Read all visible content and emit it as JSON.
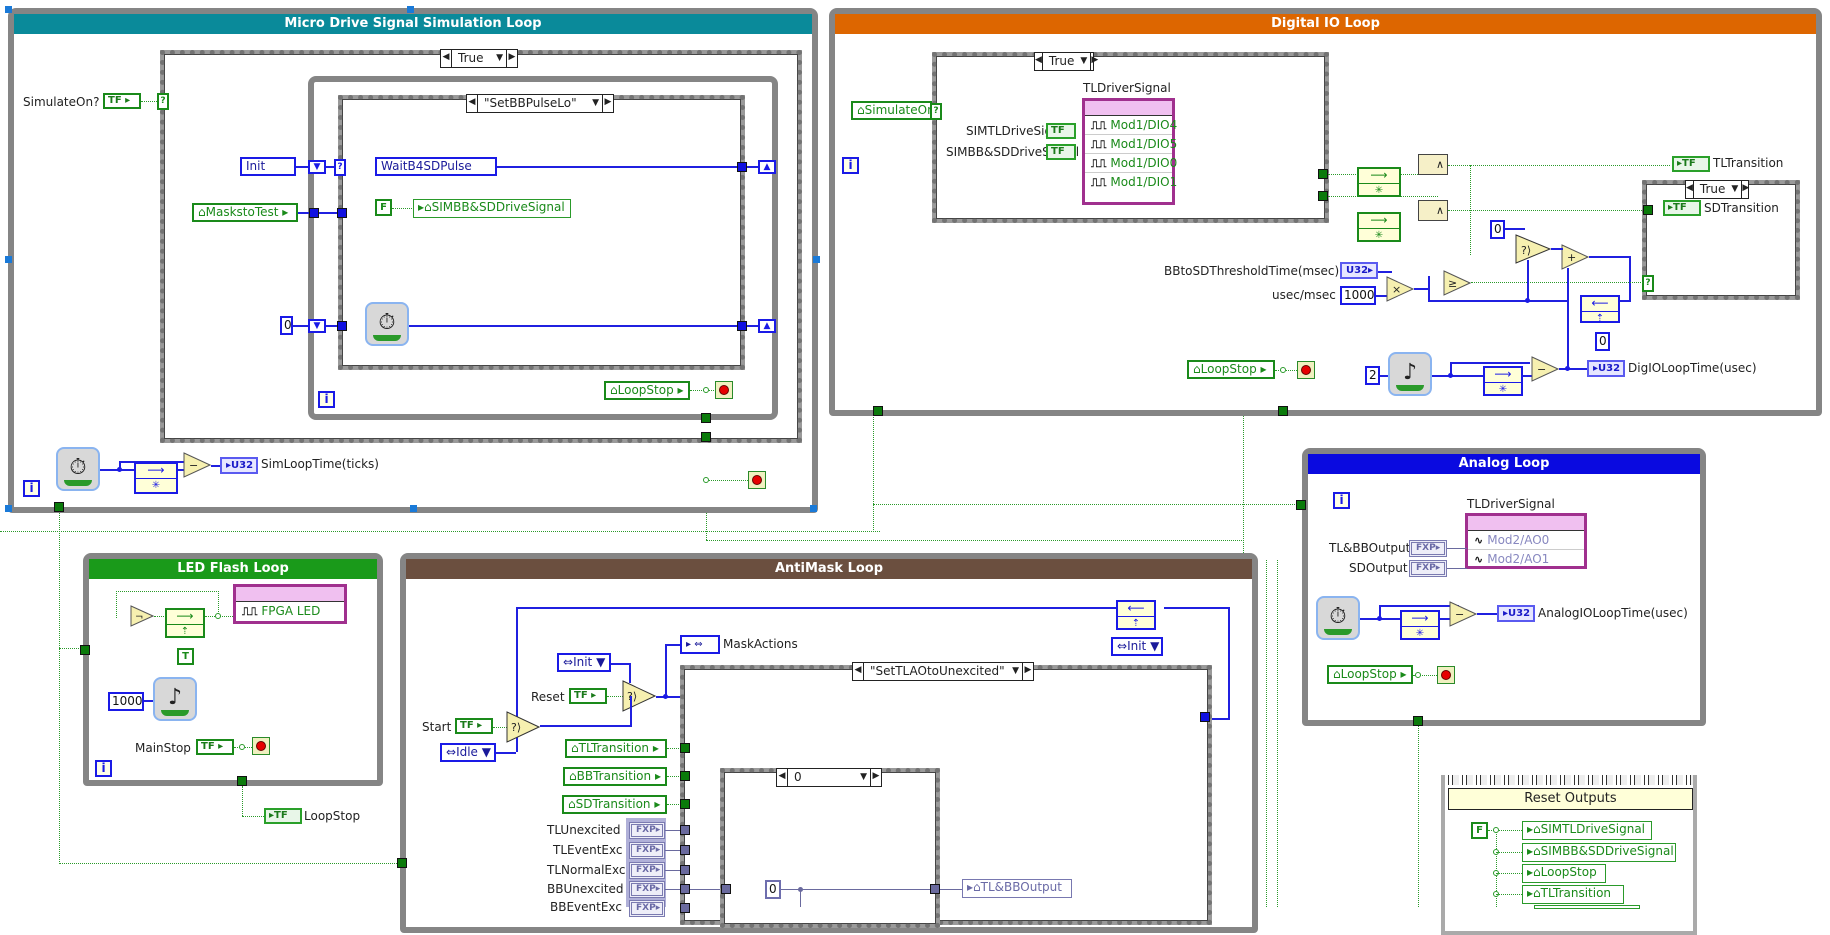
{
  "loops": {
    "micro_drive": {
      "title": "Micro Drive Signal Simulation Loop",
      "color": "#0a8a9a",
      "outer_case_value": "True",
      "inner_case_value": "\"SetBBPulseLo\"",
      "simulate_on_label": "SimulateOn?",
      "init_enum": "Init",
      "masks_to_test": "MaskstoTest",
      "waitb4sdpulse_enum": "WaitB4SDPulse",
      "false_const": "F",
      "simbb_local": "SIMBB&SDDriveSignal",
      "zero_const": "0",
      "loopstop_local": "LoopStop",
      "sim_loop_time_type": "U32",
      "sim_loop_time_label": "SimLoopTime(ticks)",
      "iter_label": "i"
    },
    "digital_io": {
      "title": "Digital IO Loop",
      "color": "#dd6600",
      "case_value": "True",
      "simulate_on_local": "SimulateOn?",
      "io_node_title": "TLDriverSignal",
      "sim_tl_label": "SIMTLDriveSignal",
      "sim_bb_label": "SIMBB&SDDriveSignal",
      "io_rows": [
        "Mod1/DIO4",
        "Mod1/DIO5",
        "Mod1/DIO0",
        "Mod1/DIO1"
      ],
      "tl_transition_label": "TLTransition",
      "sd_transition_label": "SDTransition",
      "inner_case_value": "True",
      "threshold_label": "BBtoSDThresholdTime(msec)",
      "threshold_type": "U32",
      "usec_msec_label": "usec/msec",
      "usec_msec_value": "1000",
      "zero_a": "0",
      "zero_b": "0",
      "wait_const": "2",
      "loopstop_local": "LoopStop",
      "dig_time_type": "U32",
      "dig_time_label": "DigIOLoopTime(usec)",
      "iter_label": "i"
    },
    "analog": {
      "title": "Analog Loop",
      "color": "#0a0ae0",
      "iter_label": "i",
      "io_node_title": "TLDriverSignal",
      "tlbb_label": "TL&BBOutput",
      "sd_label": "SDOutput",
      "fxp_type": "FXP",
      "io_rows": [
        "Mod2/AO0",
        "Mod2/AO1"
      ],
      "analog_time_type": "U32",
      "analog_time_label": "AnalogIOLoopTime(usec)",
      "loopstop_local": "LoopStop"
    },
    "led_flash": {
      "title": "LED Flash Loop",
      "color": "#1a9a1a",
      "io_row": "FPGA LED",
      "true_const": "T",
      "wait_value": "1000",
      "main_stop_label": "MainStop",
      "loopstop_indicator": "LoopStop",
      "iter_label": "i"
    },
    "antimask": {
      "title": "AntiMask Loop",
      "color": "#6b4f3f",
      "init_enum": "Init",
      "reset_label": "Reset",
      "start_label": "Start",
      "idle_enum": "Idle",
      "mask_actions_label": "MaskActions",
      "case_value": "\"SetTLAOtoUnexcited\"",
      "feedback_init_enum": "Init",
      "locals": [
        "TLTransition",
        "BBTransition",
        "SDTransition"
      ],
      "fxp_inputs": [
        "TLUnexcited",
        "TLEventExc",
        "TLNormalExc",
        "BBUnexcited",
        "BBEventExc"
      ],
      "fxp_type": "FXP",
      "inner_case_value": "0",
      "zero_const": "0",
      "tlbb_local": "TL&BBOutput"
    }
  },
  "reset_outputs": {
    "title": "Reset Outputs",
    "false_const": "F",
    "locals": [
      "SIMTLDriveSignal",
      "SIMBB&SDDriveSignal",
      "LoopStop",
      "TLTransition"
    ]
  },
  "common": {
    "tf": "TF",
    "tf_bool_label": "T F"
  }
}
